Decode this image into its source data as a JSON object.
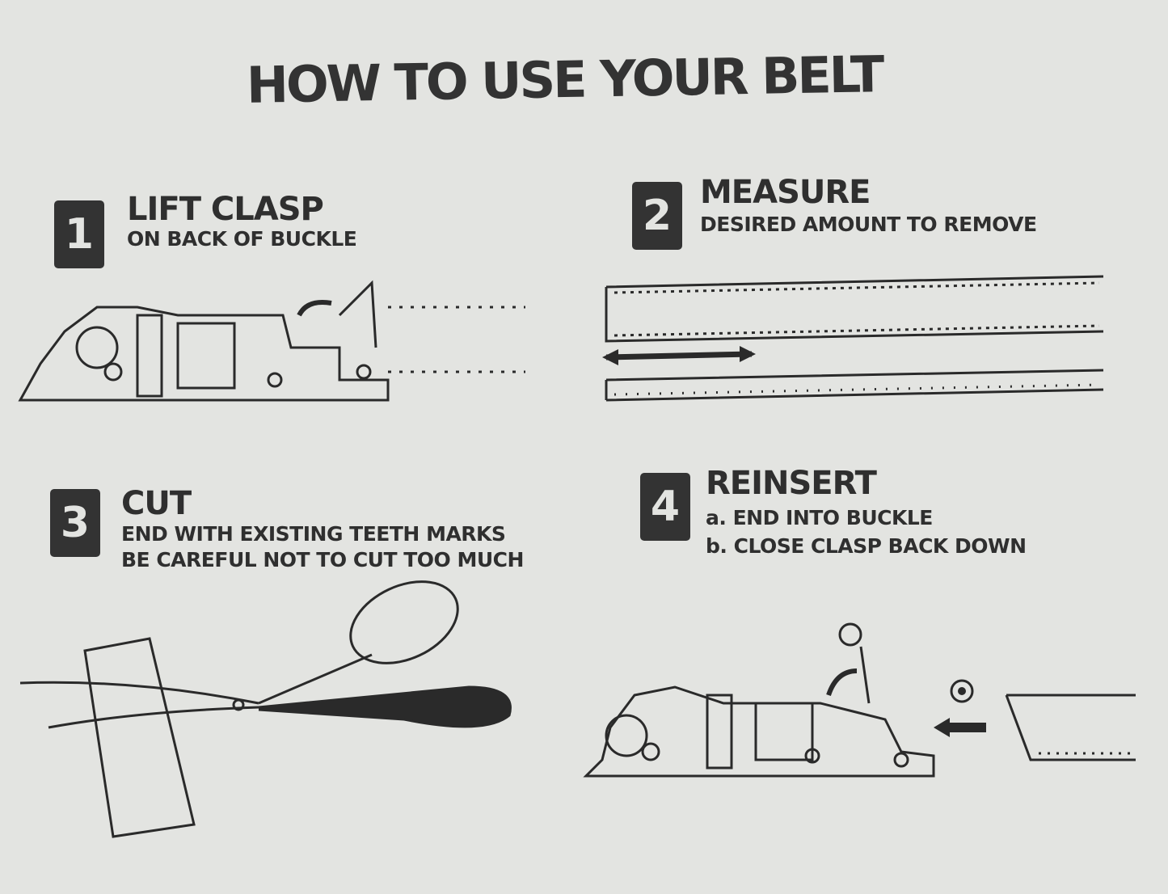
{
  "title": "HOW TO USE YOUR BELT",
  "steps": [
    {
      "number": "1",
      "heading": "LIFT  CLASP",
      "lines": [
        "ON BACK OF BUCKLE"
      ]
    },
    {
      "number": "2",
      "heading": "MEASURE",
      "lines": [
        "DESIRED AMOUNT TO REMOVE"
      ]
    },
    {
      "number": "3",
      "heading": "CUT",
      "lines": [
        "END WITH EXISTING TEETH MARKS",
        "BE CAREFUL NOT TO CUT TOO MUCH"
      ]
    },
    {
      "number": "4",
      "heading": "REINSERT",
      "lines": [
        "a. END INTO BUCKLE",
        "b. CLOSE CLASP BACK DOWN"
      ]
    }
  ]
}
